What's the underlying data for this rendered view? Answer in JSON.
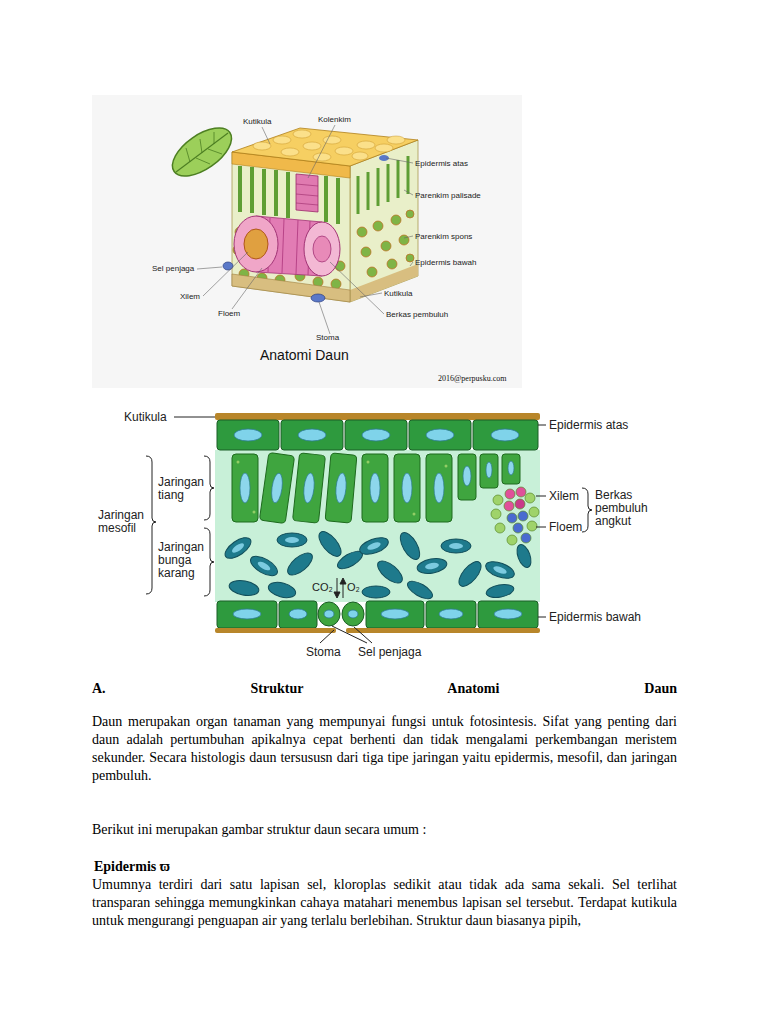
{
  "diagram": {
    "title": "A. Struktur Anatomi Daun",
    "labels": [
      "Kutikula",
      "Kolenkim",
      "Epidermis atas",
      "Parenkim palisade",
      "Parenkim spons",
      "Epidermis bawah",
      "Kutikula",
      "Berkas pembuluh",
      "Stoma",
      "Sel penjaga",
      "Xilem",
      "Floem",
      "Anatomi Daun",
      "2016@perpusku.com",
      "Kutikula",
      "Epidermis atas",
      "Jaringan tiang",
      "Jaringan mesofil",
      "Jaringan bunga karang",
      "Xilem",
      "Floem",
      "Berkas pembuluh angkut",
      "CO₂",
      "O₂",
      "Epidermis bawah",
      "Stoma",
      "Sel penjaga",
      "Daun merupakan organ tanaman yang mempunyai fungsi untuk fotosintesis. Sifat yang penting dari daun adalah pertumbuhan apikalnya cepat berhenti dan tidak mengalami perkembangan meristem sekunder. Secara histologis daun tersususn dari tiga tipe jaringan yaitu epidermis, mesofil, dan jaringan pembuluh.",
      "Berikut ini merupakan gambar struktur daun secara umum :",
      "Epidermis ϖ",
      "Umumnya terdiri dari satu lapisan sel, kloroplas sedikit atau tidak ada sama sekali. Sel terlihat transparan sehingga memungkinkan cahaya matahari menembus lapisan sel tersebut. Terdapat kutikula untuk mengurangi penguapan air yang terlalu berlebihan. Struktur daun biasanya pipih,"
    ]
  }
}
